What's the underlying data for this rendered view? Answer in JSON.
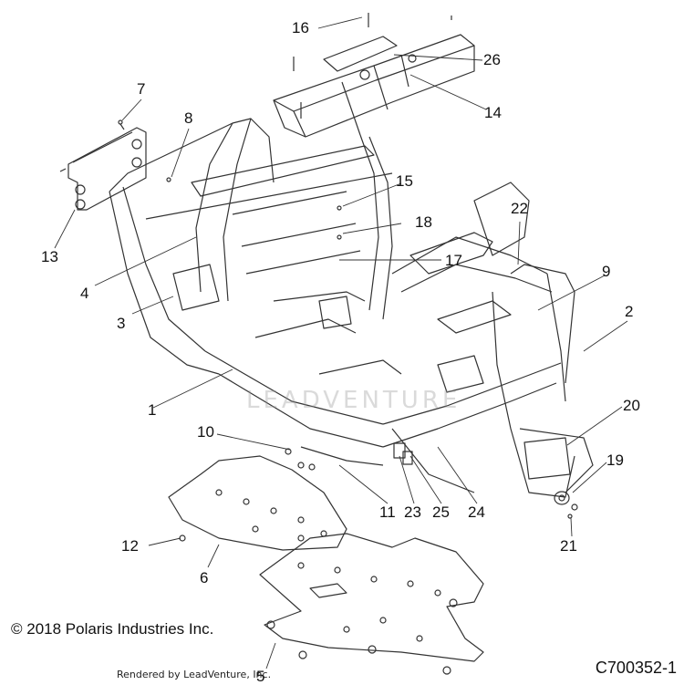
{
  "diagram": {
    "callouts": [
      "1",
      "2",
      "3",
      "4",
      "5",
      "7",
      "8",
      "9",
      "10",
      "11",
      "12",
      "13",
      "14",
      "15",
      "16",
      "17",
      "18",
      "19",
      "20",
      "21",
      "22",
      "23",
      "24",
      "25",
      "26"
    ],
    "callout_6": "6"
  },
  "footer": {
    "copyright": "© 2018 Polaris Industries Inc.",
    "rendered_by": "Rendered by LeadVenture, Inc.",
    "drawing_id": "C700352-1"
  },
  "watermark": "LEADVENTURE",
  "colors": {
    "ink": "#111111",
    "line": "#333333",
    "background": "#ffffff"
  }
}
